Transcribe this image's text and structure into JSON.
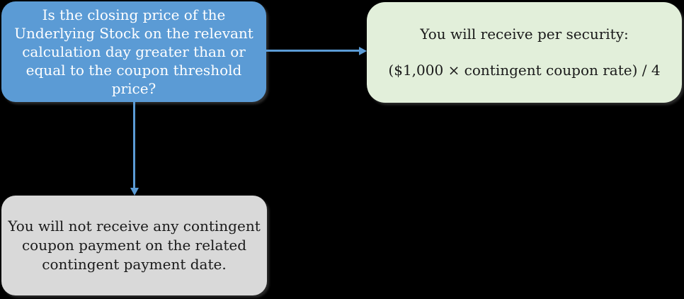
{
  "colors": {
    "background": "#000000",
    "question_fill": "#5B9BD5",
    "question_text": "#FFFFFF",
    "receive_fill": "#E2EFDA",
    "no_coupon_fill": "#D9D9D9",
    "body_text": "#1A1A1A",
    "arrow": "#5B9BD5"
  },
  "flowchart": {
    "question_box": {
      "lines": [
        "Is the closing price of the",
        "Underlying Stock on the relevant",
        "calculation day greater than or",
        "equal to the coupon threshold",
        "price?"
      ]
    },
    "receive_box": {
      "lines": [
        "You will receive per security:",
        "($1,000 × contingent coupon rate) / 4"
      ]
    },
    "no_coupon_box": {
      "lines": [
        "You will not receive any contingent",
        "coupon payment on the related",
        "contingent payment date."
      ]
    }
  }
}
